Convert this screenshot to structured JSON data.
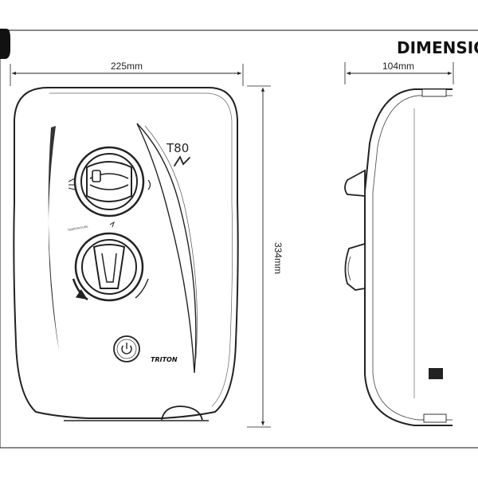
{
  "header": {
    "title": "DIMENSIO"
  },
  "dimensions": {
    "width": "225mm",
    "height": "334mm",
    "depth": "104mm"
  },
  "product": {
    "model": "T80",
    "brand": "TRITON"
  },
  "colors": {
    "line": "#222222",
    "frame": "#444444",
    "background": "#ffffff",
    "body": "#ffffff"
  },
  "icons": [
    "power-icon",
    "spray-pattern-icon",
    "temperature-arrow-icon"
  ]
}
